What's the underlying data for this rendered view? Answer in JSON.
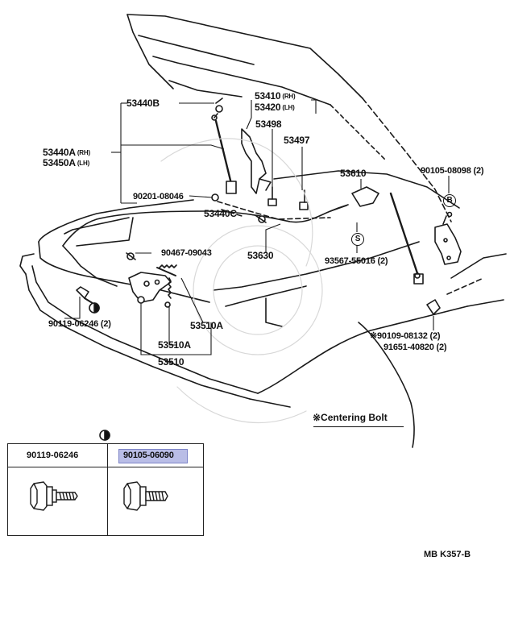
{
  "labels": {
    "p53440B": "53440B",
    "p53440A": "53440A",
    "p53440A_suffix": "(RH)",
    "p53450A": "53450A",
    "p53450A_suffix": "(LH)",
    "p53410": "53410",
    "p53410_suffix": "(RH)",
    "p53420": "53420",
    "p53420_suffix": "(LH)",
    "p53498": "53498",
    "p53497": "53497",
    "p53610": "53610",
    "p90105_08098": "90105-08098 (2)",
    "p90201_08046": "90201-08046",
    "p53440C": "53440C",
    "p90467_09043": "90467-09043",
    "p53630": "53630",
    "p93567_55016": "93567-55016 (2)",
    "p90119_06246": "90119-06246 (2)",
    "p53510A_right": "53510A",
    "p53510A_lower": "53510A",
    "p53510": "53510",
    "p90109_08132": "※90109-08132 (2)",
    "p91651_40820": "91651-40820 (2)",
    "marker_b": "B",
    "marker_s": "S"
  },
  "centering_bolt_note": "※Centering Bolt",
  "bolt_table": {
    "col1": "90119-06246",
    "col2": "90105-06090",
    "highlight_color": "#b9bde6"
  },
  "footer_code": "MB  K357-B"
}
